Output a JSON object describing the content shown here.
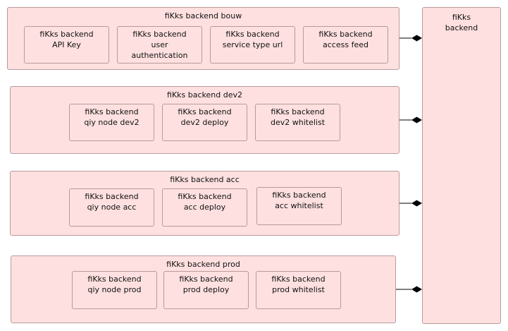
{
  "diagram": {
    "target": {
      "line1": "fiKks",
      "line2": "backend"
    },
    "groups": [
      {
        "title": "fiKks backend bouw",
        "nodes": [
          {
            "lines": [
              "fiKks backend",
              "API Key"
            ]
          },
          {
            "lines": [
              "fiKks backend",
              "user",
              "authentication"
            ]
          },
          {
            "lines": [
              "fiKks backend",
              "service type url"
            ]
          },
          {
            "lines": [
              "fiKks backend",
              "access feed"
            ]
          }
        ]
      },
      {
        "title": "fiKks backend dev2",
        "nodes": [
          {
            "lines": [
              "fiKks backend",
              "qiy node dev2"
            ]
          },
          {
            "lines": [
              "fiKks backend",
              "dev2 deploy"
            ]
          },
          {
            "lines": [
              "fiKks backend",
              "dev2 whitelist"
            ]
          }
        ]
      },
      {
        "title": "fiKks backend acc",
        "nodes": [
          {
            "lines": [
              "fiKks backend",
              "qiy node acc"
            ]
          },
          {
            "lines": [
              "fiKks backend",
              "acc deploy"
            ]
          },
          {
            "lines": [
              "fiKks backend",
              "acc whitelist"
            ]
          }
        ]
      },
      {
        "title": "fiKks backend prod",
        "nodes": [
          {
            "lines": [
              "fiKks backend",
              "qiy node prod"
            ]
          },
          {
            "lines": [
              "fiKks backend",
              "prod deploy"
            ]
          },
          {
            "lines": [
              "fiKks backend",
              "prod whitelist"
            ]
          }
        ]
      }
    ],
    "colors": {
      "fill": "#ffe0e0",
      "border": "#b89a9a",
      "connector": "#000000"
    }
  }
}
